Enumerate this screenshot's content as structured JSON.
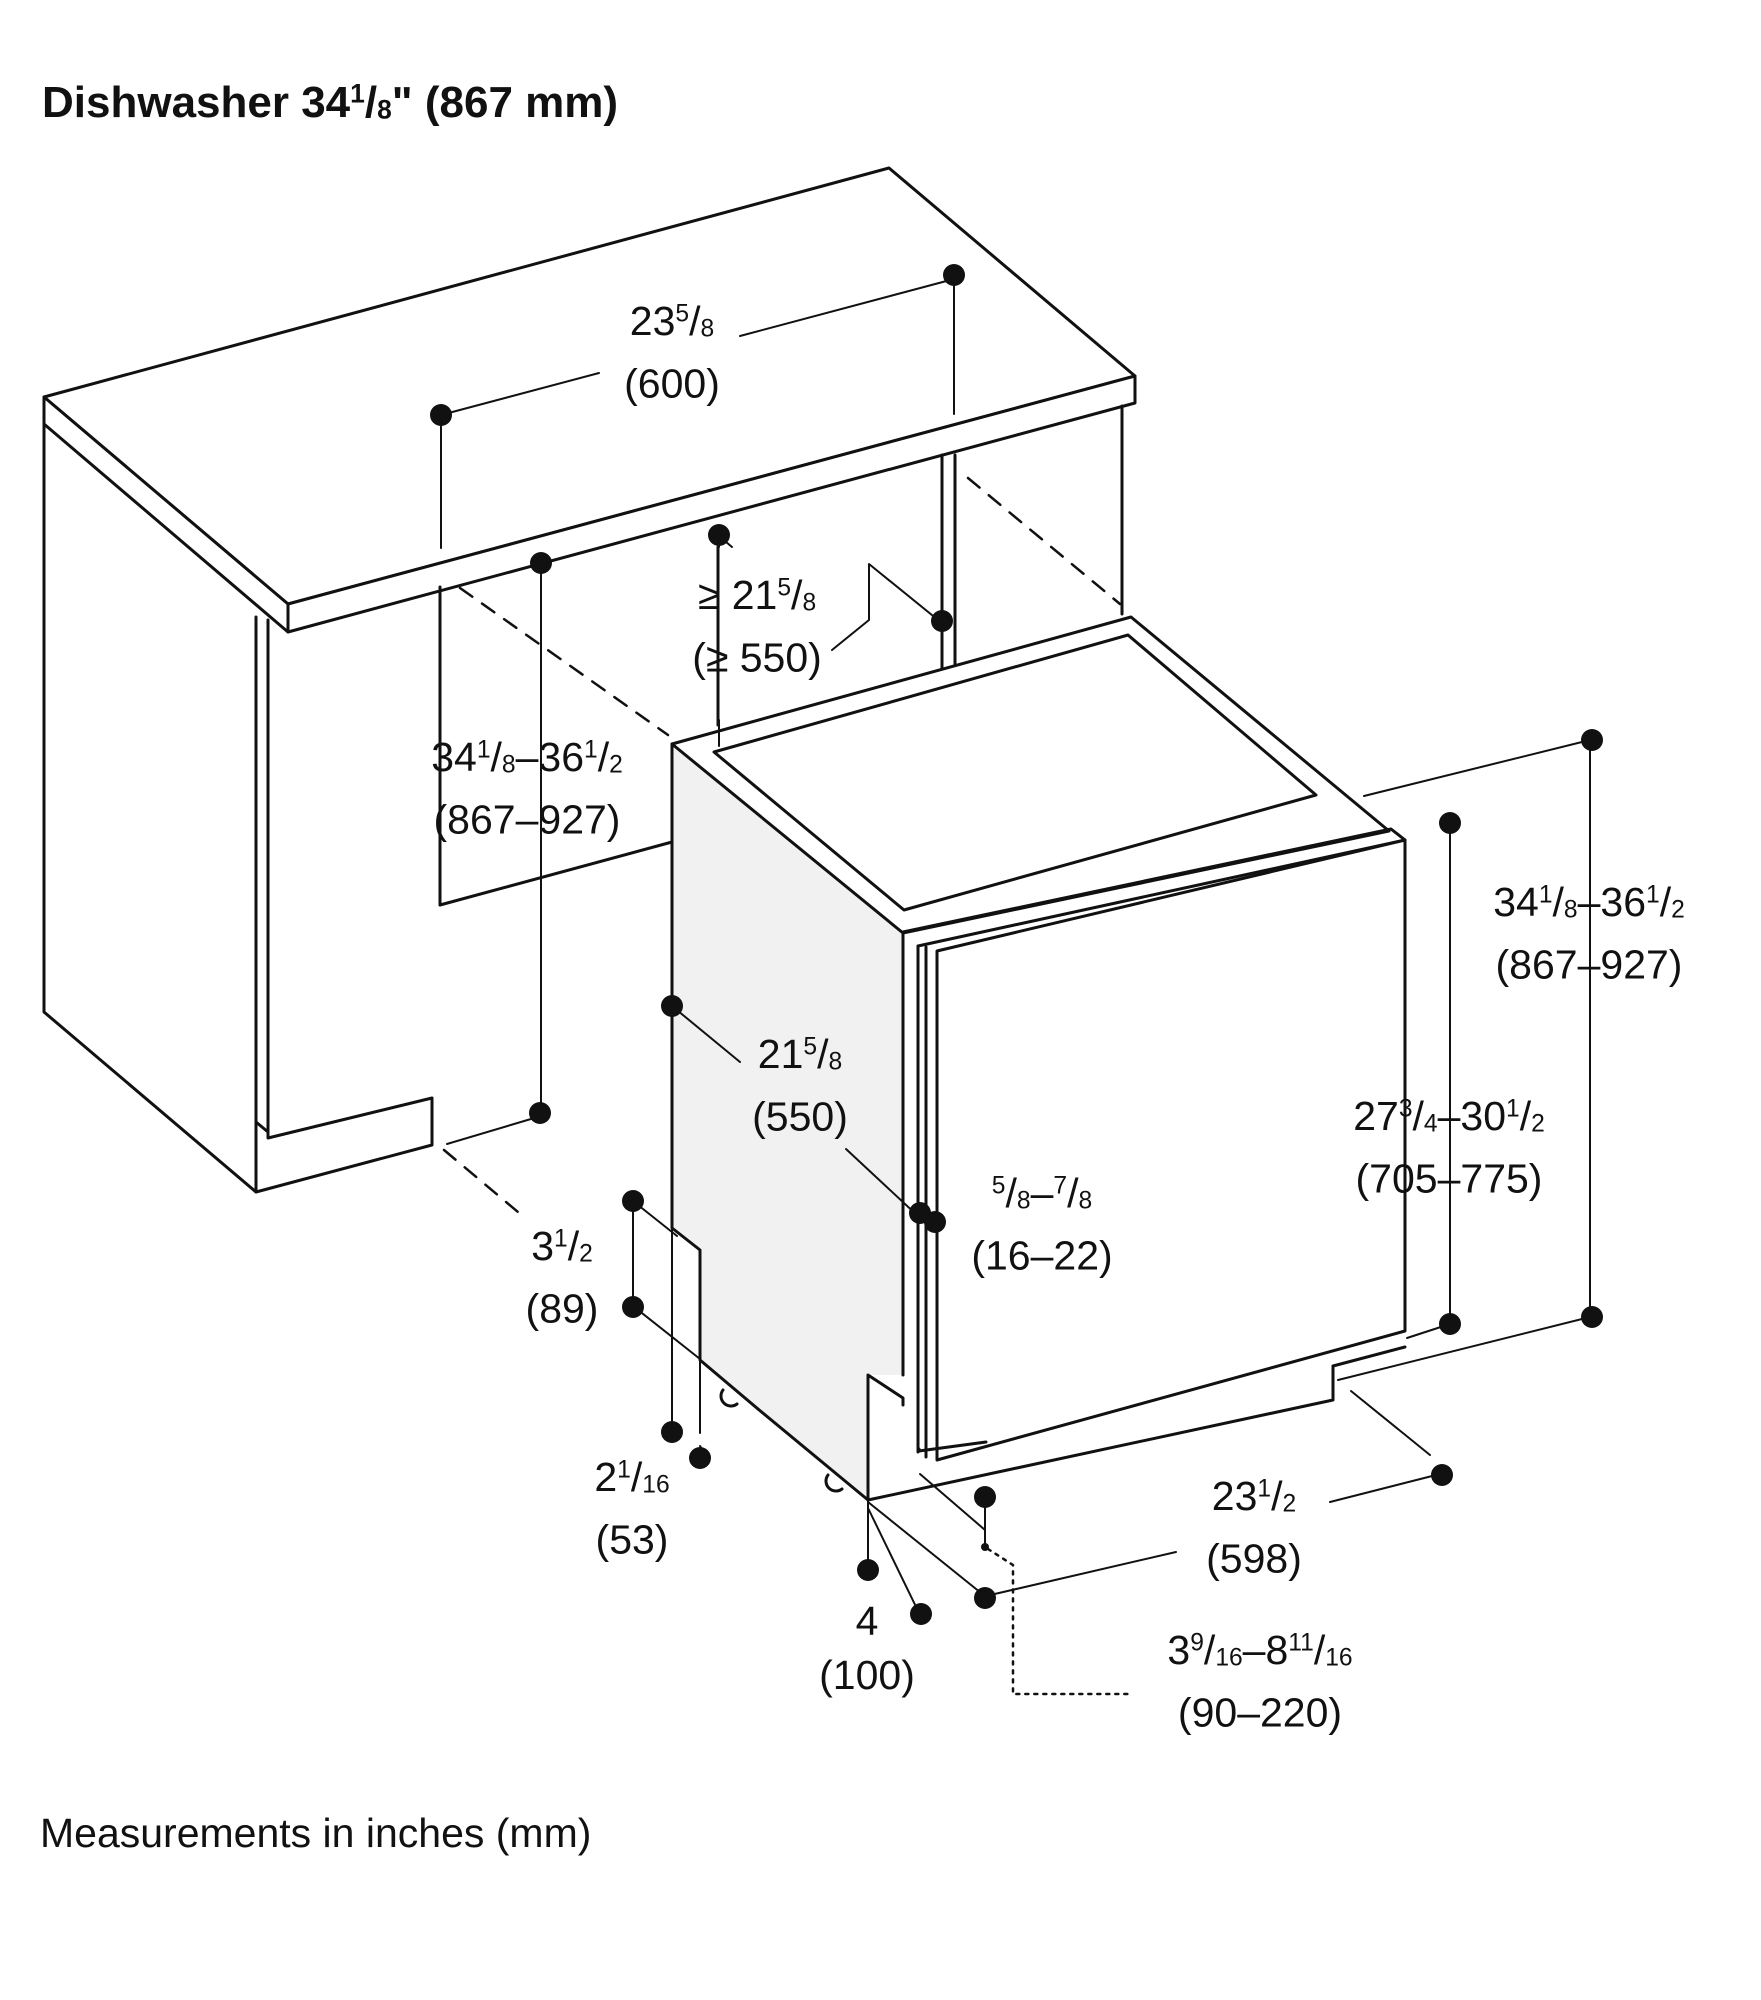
{
  "title": {
    "text": "Dishwasher 34¹/₈\" (867 mm)",
    "html": "Dishwasher 34<sup>1</sup>/<sub>8</sub>\" (867 mm)"
  },
  "footnote": "Measurements in inches (mm)",
  "dimensions": [
    {
      "id": "niche-width",
      "inches": "23⁵/₈",
      "mm": "(600)",
      "inches_html": "23<sup>5</sup>/<sub>8</sub>"
    },
    {
      "id": "niche-depth",
      "inches": "≥ 21⁵/₈",
      "mm": "(≥ 550)",
      "inches_html": "≥ 21<sup>5</sup>/<sub>8</sub>"
    },
    {
      "id": "niche-height",
      "inches": "34¹/₈–36¹/₂",
      "mm": "(867–927)",
      "inches_html": "34<sup>1</sup>/<sub>8</sub>–36<sup>1</sup>/<sub>2</sub>"
    },
    {
      "id": "appliance-height",
      "inches": "34¹/₈–36¹/₂",
      "mm": "(867–927)",
      "inches_html": "34<sup>1</sup>/<sub>8</sub>–36<sup>1</sup>/<sub>2</sub>"
    },
    {
      "id": "appliance-depth",
      "inches": "21⁵/₈",
      "mm": "(550)",
      "inches_html": "21<sup>5</sup>/<sub>8</sub>"
    },
    {
      "id": "door-thickness",
      "inches": "⁵/₈–⁷/₈",
      "mm": "(16–22)",
      "inches_html": "<sup>5</sup>/<sub>8</sub>–<sup>7</sup>/<sub>8</sub>"
    },
    {
      "id": "door-panel-height",
      "inches": "27³/₄–30¹/₂",
      "mm": "(705–775)",
      "inches_html": "27<sup>3</sup>/<sub>4</sub>–30<sup>1</sup>/<sub>2</sub>"
    },
    {
      "id": "toe-kick-height",
      "inches": "3¹/₂",
      "mm": "(89)",
      "inches_html": "3<sup>1</sup>/<sub>2</sub>"
    },
    {
      "id": "base-recess",
      "inches": "2¹/₁₆",
      "mm": "(53)",
      "inches_html": "2<sup>1</sup>/<sub>16</sub>"
    },
    {
      "id": "plinth-depth",
      "inches": "4",
      "mm": "(100)",
      "inches_html": "4"
    },
    {
      "id": "appliance-width",
      "inches": "23¹/₂",
      "mm": "(598)",
      "inches_html": "23<sup>1</sup>/<sub>2</sub>"
    },
    {
      "id": "plinth-height",
      "inches": "3⁹/₁₆–8¹¹/₁₆",
      "mm": "(90–220)",
      "inches_html": "3<sup>9</sup>/<sub>16</sub>–8<sup>11</sup>/<sub>16</sub>"
    }
  ]
}
